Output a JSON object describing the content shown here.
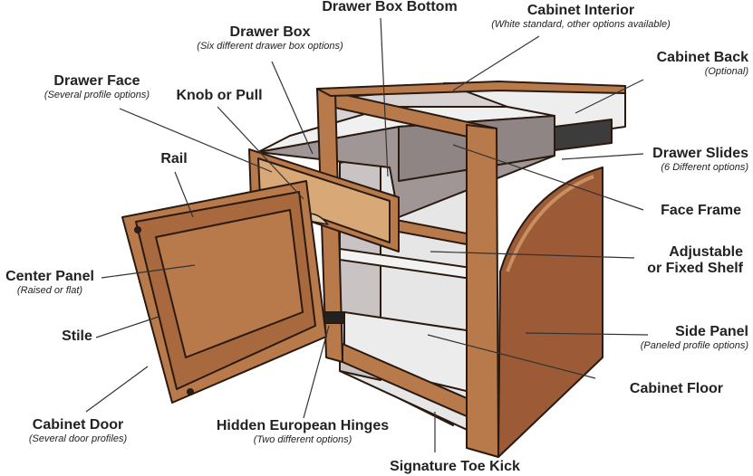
{
  "labels": {
    "drawer_box_bottom": {
      "title": "Drawer Box Bottom"
    },
    "cabinet_interior": {
      "title": "Cabinet Interior",
      "sub": "(White standard, other options available)"
    },
    "drawer_box": {
      "title": "Drawer Box",
      "sub": "(Six different drawer box options)"
    },
    "cabinet_back": {
      "title": "Cabinet Back",
      "sub": "(Optional)"
    },
    "drawer_face": {
      "title": "Drawer Face",
      "sub": "(Several profile options)"
    },
    "knob_or_pull": {
      "title": "Knob or Pull"
    },
    "drawer_slides": {
      "title": "Drawer Slides",
      "sub": "(6 Different options)"
    },
    "rail": {
      "title": "Rail"
    },
    "face_frame": {
      "title": "Face Frame"
    },
    "adjustable_shelf": {
      "title": "Adjustable",
      "title2": "or Fixed Shelf"
    },
    "center_panel": {
      "title": "Center Panel",
      "sub": "(Raised or flat)"
    },
    "side_panel": {
      "title": "Side Panel",
      "sub": "(Paneled profile options)"
    },
    "stile": {
      "title": "Stile"
    },
    "cabinet_floor": {
      "title": "Cabinet Floor"
    },
    "cabinet_door": {
      "title": "Cabinet Door",
      "sub": "(Several door profiles)"
    },
    "hidden_hinges": {
      "title": "Hidden European Hinges",
      "sub": "(Two different options)"
    },
    "toe_kick": {
      "title": "Signature Toe Kick"
    }
  },
  "colors": {
    "wood": "#b87a4b",
    "wood_light": "#d9a877",
    "wood_dark": "#8a5530",
    "side_panel": "#9c5a36",
    "interior": "#e6e6e6",
    "interior_shade": "#c9c3c3",
    "drawer_box": "#a09696",
    "outline": "#2a1a10",
    "leader": "#333333"
  }
}
